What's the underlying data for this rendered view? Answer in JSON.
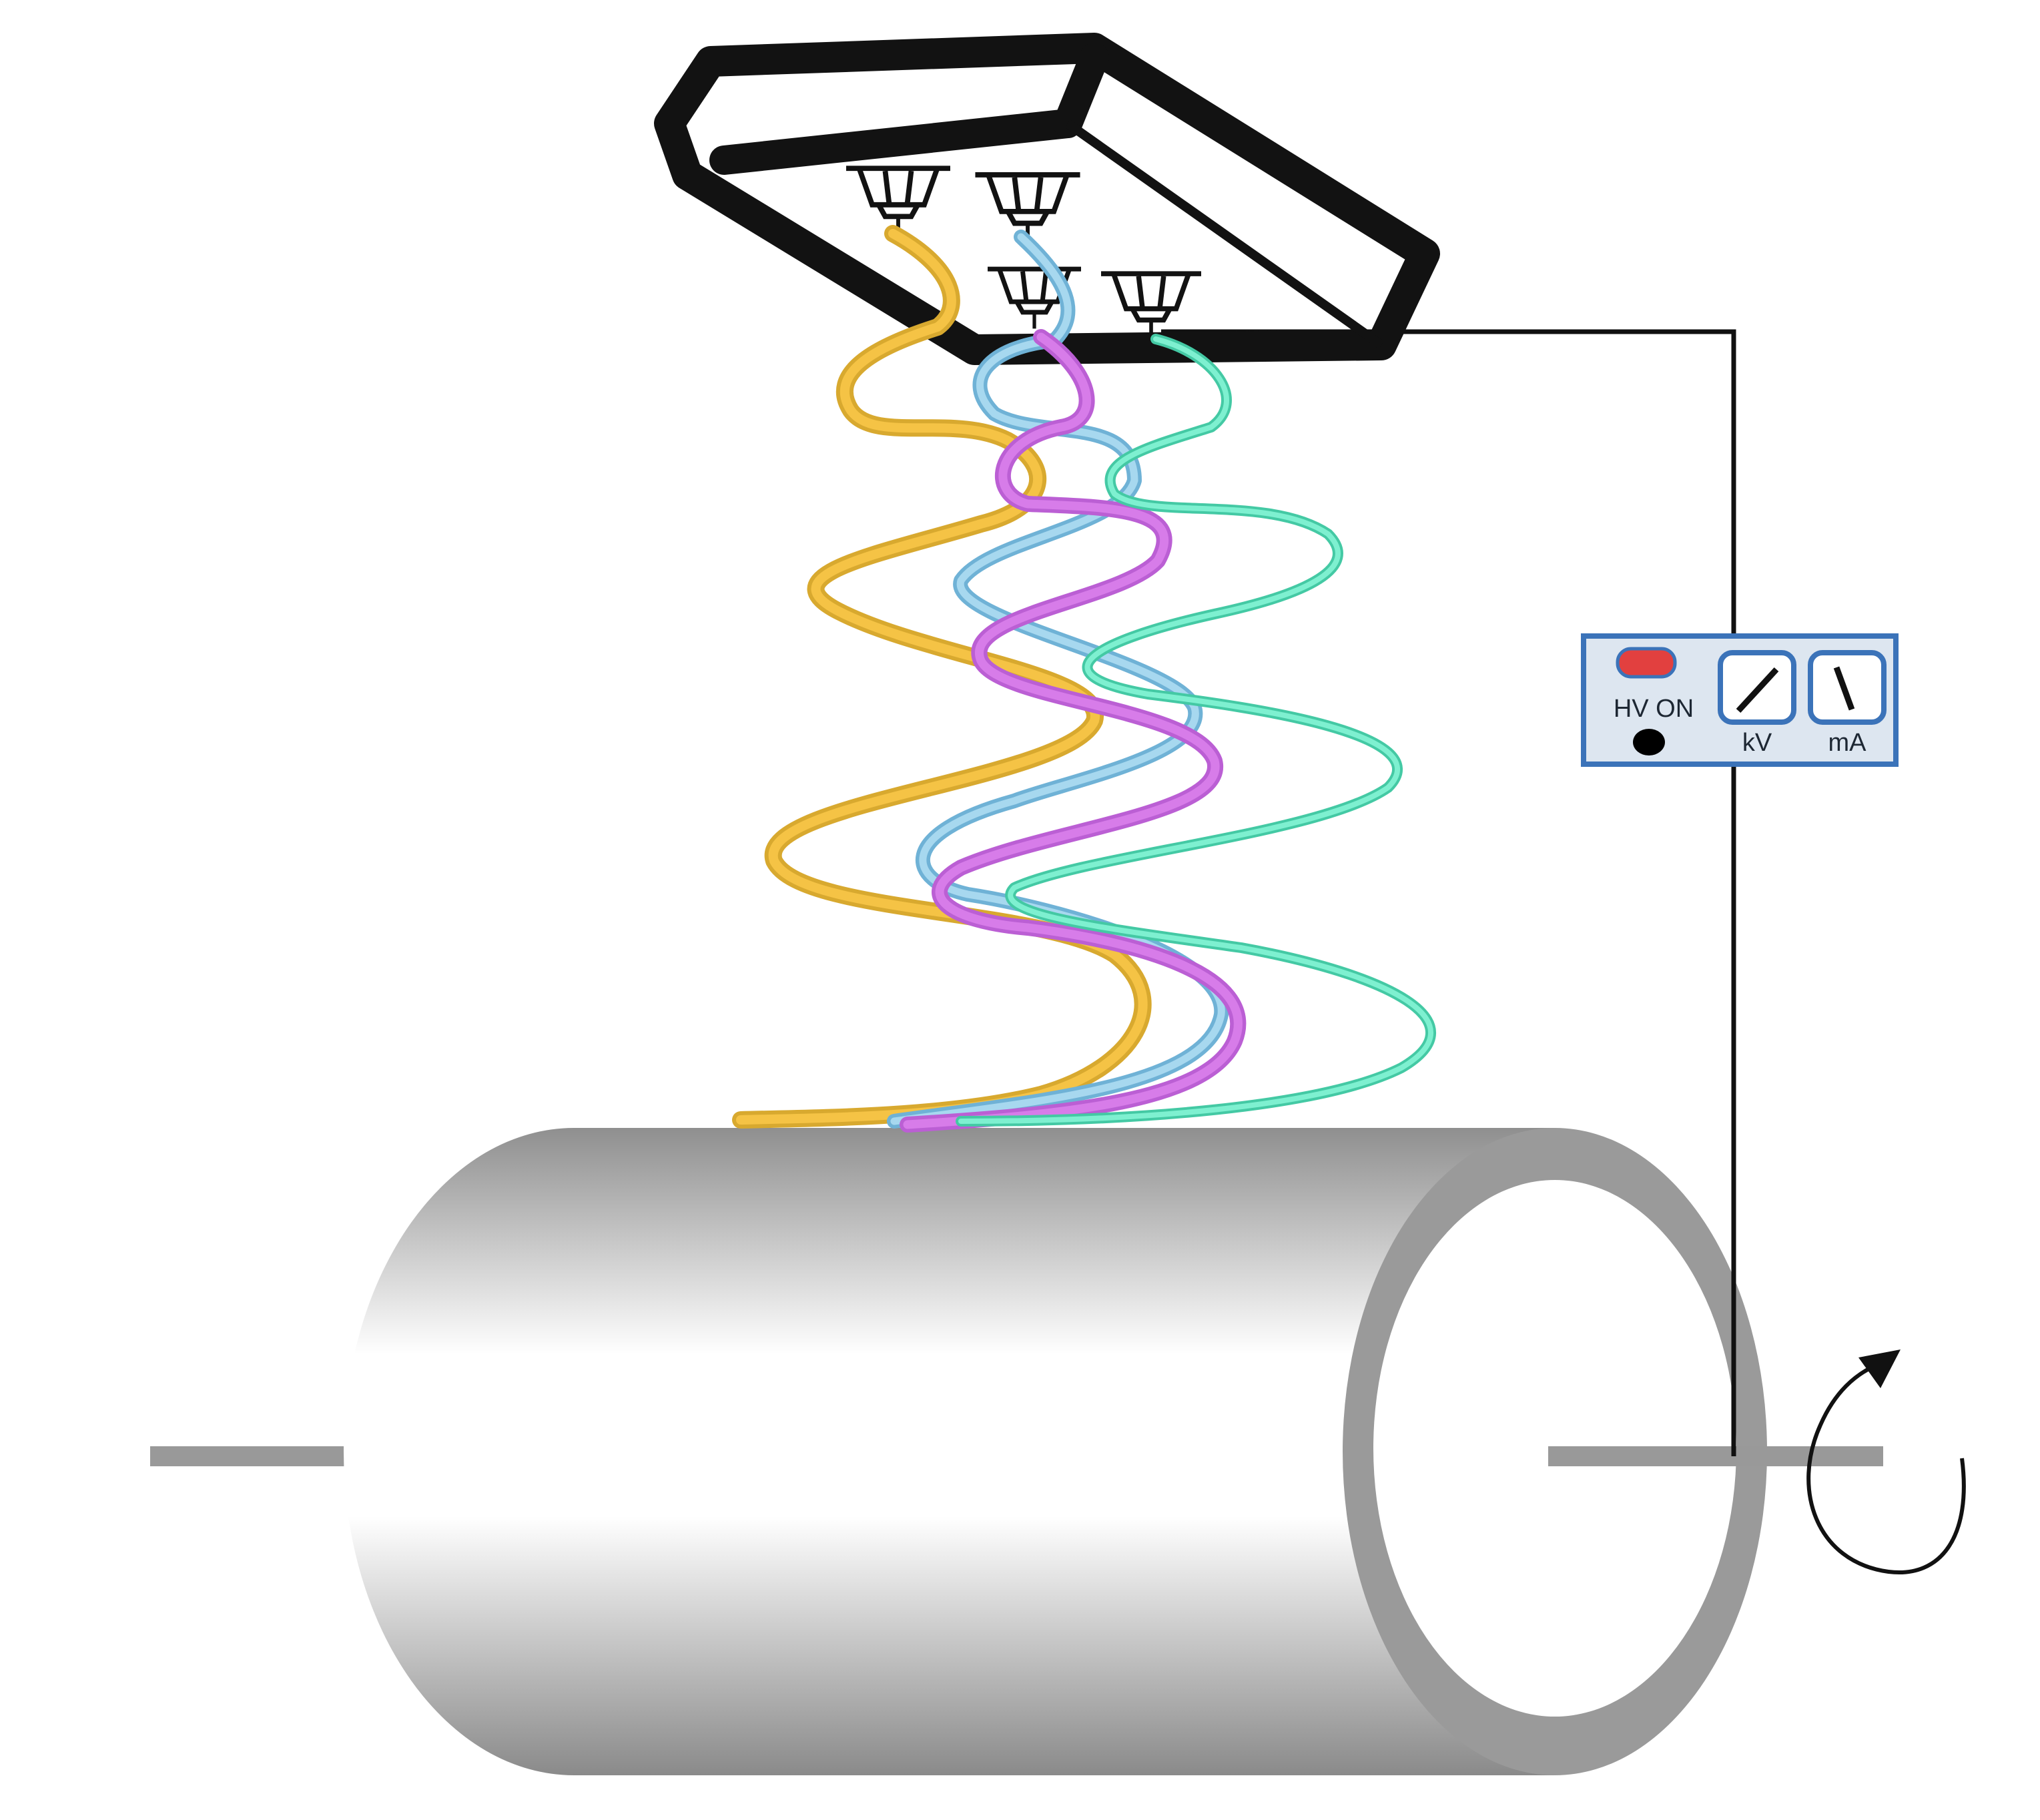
{
  "control_box": {
    "hv_label": "HV ON",
    "kv_label": "kV",
    "ma_label": "mA"
  },
  "colors": {
    "frame": "#121212",
    "fiber_yellow": "#f5c345",
    "fiber_blue": "#8ec8e6",
    "fiber_magenta": "#d77ce9",
    "fiber_teal": "#5fe3bf",
    "panel_fill": "#dde6f0",
    "panel_border": "#3b73b9",
    "hv_indicator": "#e2403f",
    "drum_dark": "#8a8a8a",
    "drum_light": "#ffffff",
    "axle": "#999999"
  },
  "icons": {
    "nozzle": "spinneret-icon",
    "rotation": "rotation-arrow-icon"
  }
}
